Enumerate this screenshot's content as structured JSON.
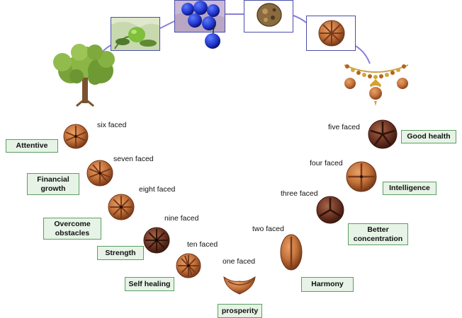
{
  "beads": [
    {
      "id": "six",
      "label": "six faced",
      "benefit": "Attentive"
    },
    {
      "id": "seven",
      "label": "seven faced",
      "benefit": "Financial growth"
    },
    {
      "id": "eight",
      "label": "eight faced",
      "benefit": "Overcome obstacles"
    },
    {
      "id": "nine",
      "label": "nine faced",
      "benefit": "Strength"
    },
    {
      "id": "ten",
      "label": "ten faced",
      "benefit": "Self healing"
    },
    {
      "id": "one",
      "label": "one faced",
      "benefit": "prosperity"
    },
    {
      "id": "two",
      "label": "two faced",
      "benefit": "Harmony"
    },
    {
      "id": "three",
      "label": "three faced",
      "benefit": "Better concentration"
    },
    {
      "id": "four",
      "label": "four faced",
      "benefit": "Intelligence"
    },
    {
      "id": "five",
      "label": "five faced",
      "benefit": "Good health"
    }
  ],
  "colors": {
    "connector": "#8b7fd6",
    "frame_border": "#4a4fa8",
    "box_fill": "#e6f3e6",
    "box_border": "#5c9e62",
    "bead_light": "#c7793f",
    "bead_dark": "#7a3a1a"
  },
  "pictures": [
    "tree",
    "unripe-fruit",
    "blue-berries",
    "dried-bead",
    "rudraksha-bead",
    "rudraksha-necklace"
  ]
}
